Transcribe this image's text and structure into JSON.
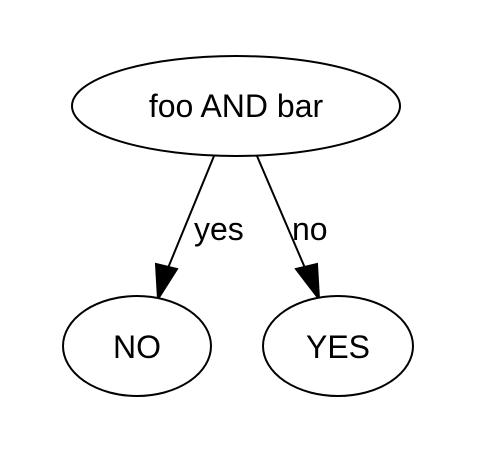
{
  "diagram": {
    "nodes": {
      "root": {
        "label": "foo AND bar"
      },
      "left": {
        "label": "NO"
      },
      "right": {
        "label": "YES"
      }
    },
    "edges": {
      "to_no": {
        "label": "yes"
      },
      "to_yes": {
        "label": "no"
      }
    },
    "colors": {
      "stroke": "#000000",
      "fill": "#ffffff",
      "text": "#000000"
    }
  }
}
